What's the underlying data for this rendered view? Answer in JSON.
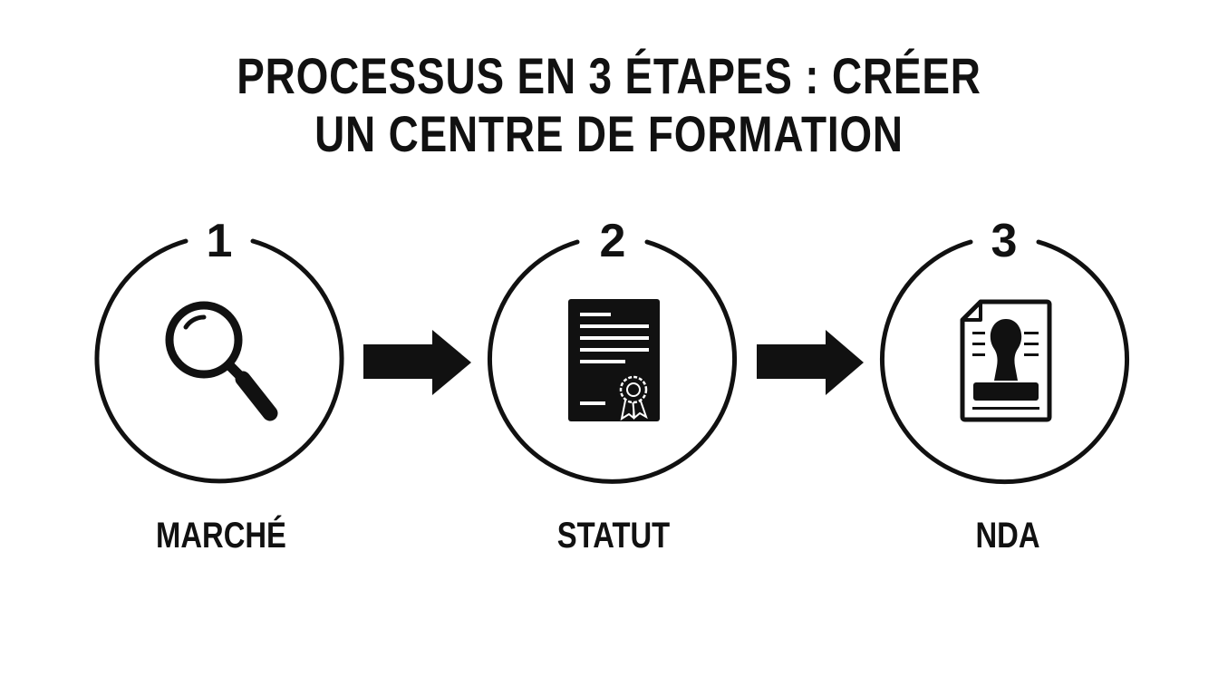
{
  "title": {
    "line1": "PROCESSUS EN 3 ÉTAPES : CRÉER",
    "line2": "UN CENTRE DE FORMATION"
  },
  "steps": [
    {
      "number": "1",
      "label": "MARCHÉ",
      "icon": "magnifying-glass-icon"
    },
    {
      "number": "2",
      "label": "STATUT",
      "icon": "certificate-document-icon"
    },
    {
      "number": "3",
      "label": "NDA",
      "icon": "stamped-document-icon"
    }
  ],
  "colors": {
    "ink": "#111111",
    "background": "#ffffff"
  }
}
